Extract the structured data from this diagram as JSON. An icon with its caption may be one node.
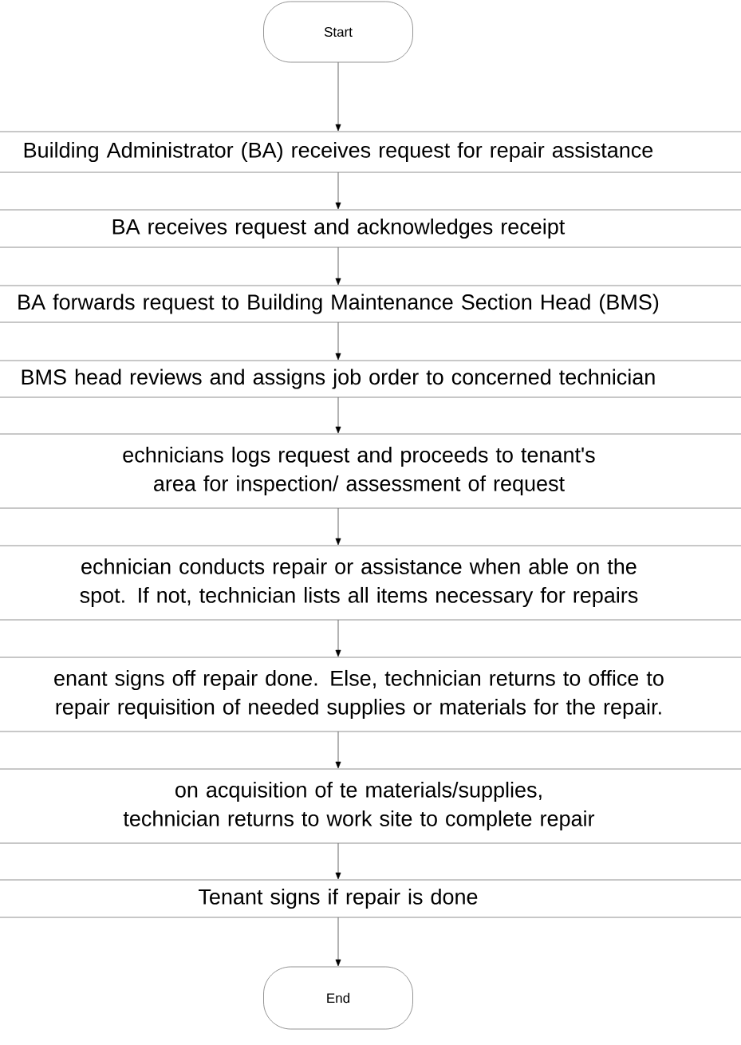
{
  "diagram": {
    "nodes": [
      {
        "text": [
          "Start"
        ]
      },
      {
        "text": [
          "Building  Administrator (BA) receives request for repair assistance"
        ]
      },
      {
        "text": [
          "BA receives request and acknowledges receipt"
        ]
      },
      {
        "text": [
          "BA forwards request to Building Maintenance Section Head (BMS)"
        ]
      },
      {
        "text": [
          "BMS head reviews and assigns job order to concerned technician"
        ]
      },
      {
        "text": [
          "echnicians logs request and proceeds to tenant's area for inspection/ assessment of request"
        ]
      },
      {
        "text": [
          "echnician conducts repair or assistance when able on the spot. If not, technician lists all items necessary for repairs"
        ]
      },
      {
        "text": [
          "enant signs off repair done.  Else, technician returns to office to repair requisition of needed supplies or materials for the repair."
        ]
      },
      {
        "text": [
          "on acquisition of te materials/supplies, technician returns to work site to complete repair"
        ]
      },
      {
        "text": [
          "Tenant signs if repair is done"
        ]
      },
      {
        "text": [
          "End"
        ]
      }
    ],
    "edges": [
      {
        "from": 0,
        "to": 1,
        "arrow": "to"
      },
      {
        "from": 1,
        "to": 2,
        "arrow": "to"
      },
      {
        "from": 2,
        "to": 3,
        "arrow": "to"
      },
      {
        "from": 3,
        "to": 4,
        "arrow": "to"
      },
      {
        "from": 4,
        "to": 5,
        "arrow": "to"
      },
      {
        "from": 5,
        "to": 6,
        "arrow": "to"
      },
      {
        "from": 6,
        "to": 7,
        "arrow": "to"
      },
      {
        "from": 7,
        "to": 8,
        "arrow": "to"
      },
      {
        "from": 8,
        "to": 9,
        "arrow": "to"
      },
      {
        "from": 9,
        "to": 10,
        "arrow": "to"
      }
    ]
  }
}
